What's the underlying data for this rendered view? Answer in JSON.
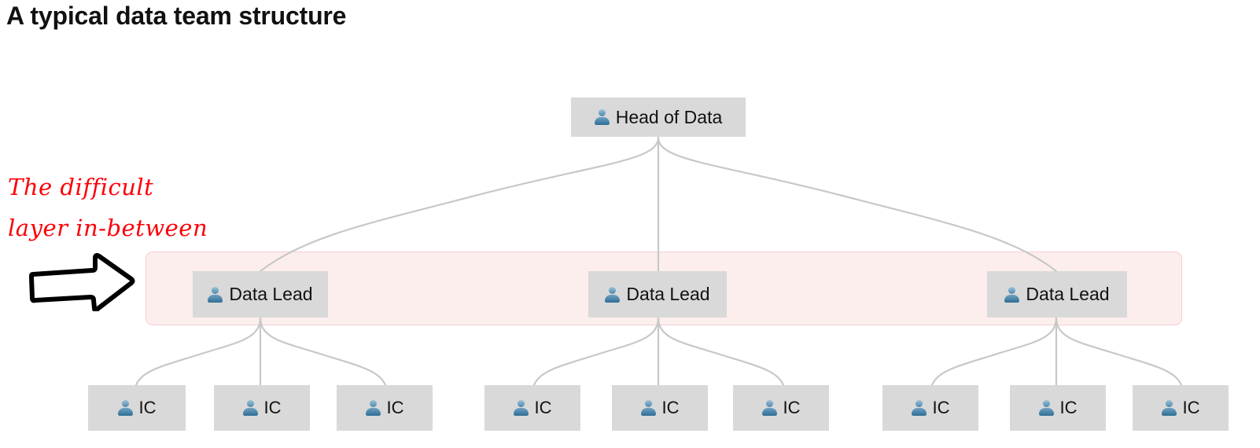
{
  "page": {
    "title": "A typical data team structure",
    "background_color": "#ffffff"
  },
  "annotation": {
    "line1": "The difficult",
    "line2": "layer in-between",
    "color": "#fb0007",
    "arrow_icon": "hand-drawn-right-arrow",
    "arrow_color": "#000000"
  },
  "highlight_band": {
    "fill_color": "#fdeeee",
    "border_color": "#f6cfcf"
  },
  "chart_data": {
    "type": "diagram",
    "title": "A typical data team structure",
    "orientation": "top-down-tree",
    "node_fill": "#d9d9d9",
    "connector_color": "#c8c8c8",
    "levels": [
      {
        "name": "executive",
        "count": 1,
        "label": "Head of Data"
      },
      {
        "name": "management",
        "count": 3,
        "label": "Data Lead"
      },
      {
        "name": "individual-contributors",
        "count": 9,
        "label": "IC"
      }
    ]
  },
  "nodes": {
    "head": {
      "label": "Head of Data",
      "icon": "person-icon"
    },
    "leads": [
      {
        "label": "Data Lead",
        "icon": "person-icon"
      },
      {
        "label": "Data Lead",
        "icon": "person-icon"
      },
      {
        "label": "Data Lead",
        "icon": "person-icon"
      }
    ],
    "ics": [
      {
        "label": "IC",
        "icon": "person-icon"
      },
      {
        "label": "IC",
        "icon": "person-icon"
      },
      {
        "label": "IC",
        "icon": "person-icon"
      },
      {
        "label": "IC",
        "icon": "person-icon"
      },
      {
        "label": "IC",
        "icon": "person-icon"
      },
      {
        "label": "IC",
        "icon": "person-icon"
      },
      {
        "label": "IC",
        "icon": "person-icon"
      },
      {
        "label": "IC",
        "icon": "person-icon"
      },
      {
        "label": "IC",
        "icon": "person-icon"
      }
    ]
  }
}
